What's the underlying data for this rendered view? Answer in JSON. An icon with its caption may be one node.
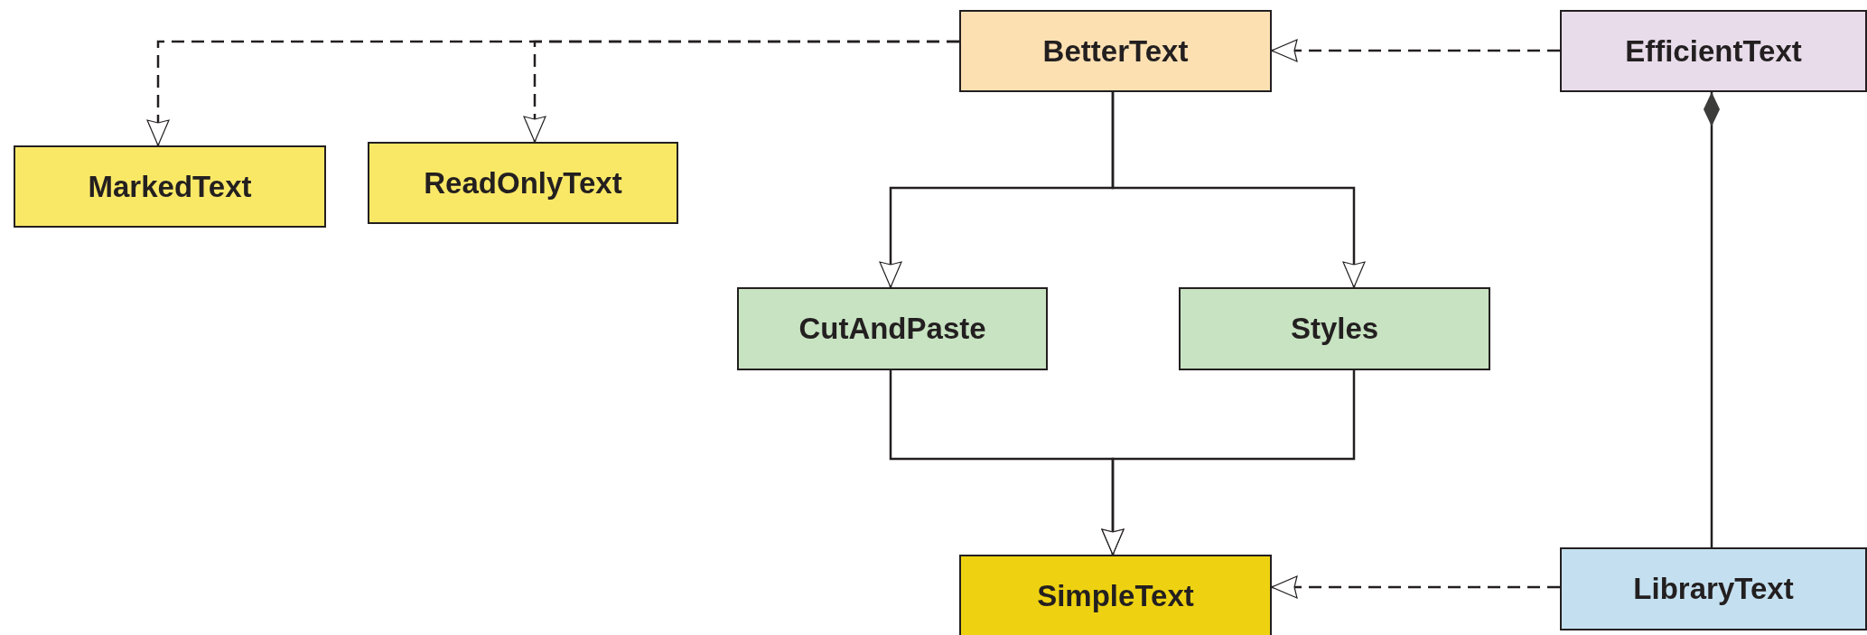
{
  "diagram": {
    "nodes": [
      {
        "text": [
          "BetterText"
        ]
      },
      {
        "text": [
          "EfficientText"
        ]
      },
      {
        "text": [
          "MarkedText"
        ]
      },
      {
        "text": [
          "ReadOnlyText"
        ]
      },
      {
        "text": [
          "CutAndPaste"
        ]
      },
      {
        "text": [
          "Styles"
        ]
      },
      {
        "text": [
          "SimpleText"
        ]
      },
      {
        "text": [
          "LibraryText"
        ]
      }
    ],
    "edges": [
      {
        "from": 0,
        "to": 2,
        "arrow": "to",
        "style": "dashed"
      },
      {
        "from": 0,
        "to": 3,
        "arrow": "to",
        "style": "dashed"
      },
      {
        "from": 1,
        "to": 0,
        "arrow": "to",
        "style": "dashed"
      },
      {
        "from": 0,
        "to": 4,
        "arrow": "to"
      },
      {
        "from": 0,
        "to": 5,
        "arrow": "to"
      },
      {
        "from": 4,
        "to": 6,
        "arrow": "to"
      },
      {
        "from": 5,
        "to": 6,
        "arrow": "to"
      },
      {
        "from": 7,
        "to": 6,
        "arrow": "to",
        "style": "dashed"
      },
      {
        "from": 7,
        "to": 1,
        "arrow": "other"
      }
    ]
  }
}
